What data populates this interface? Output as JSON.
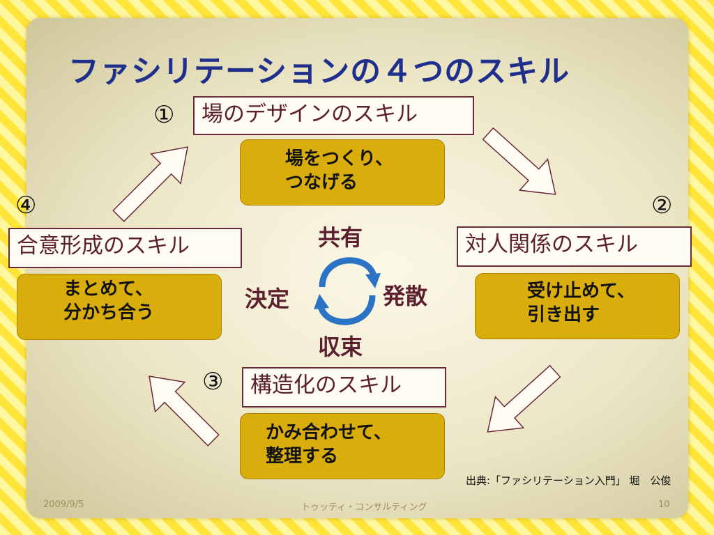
{
  "title": "ファシリテーションの４つのスキル",
  "skills": [
    {
      "number": "①",
      "name": "場のデザインのスキル",
      "description": [
        "場をつくり、",
        "つなげる"
      ]
    },
    {
      "number": "②",
      "name": "対人関係のスキル",
      "description": [
        "受け止めて、",
        "引き出す"
      ]
    },
    {
      "number": "③",
      "name": "構造化のスキル",
      "description": [
        "かみ合わせて、",
        "整理する"
      ]
    },
    {
      "number": "④",
      "name": "合意形成のスキル",
      "description": [
        "まとめて、",
        "分かち合う"
      ]
    }
  ],
  "cycle": {
    "top": "共有",
    "right": "発散",
    "bottom": "収束",
    "left": "決定"
  },
  "source": "出典:「ファシリテーション入門」 堀　公俊",
  "footer": {
    "date": "2009/9/5",
    "company": "トゥッティ・コンサルティング",
    "page": "10"
  },
  "colors": {
    "title": "#1f2f8c",
    "skill_text": "#5c1f2e",
    "pill": "#d9ae0c",
    "cycle_arrow": "#2b73c4"
  }
}
